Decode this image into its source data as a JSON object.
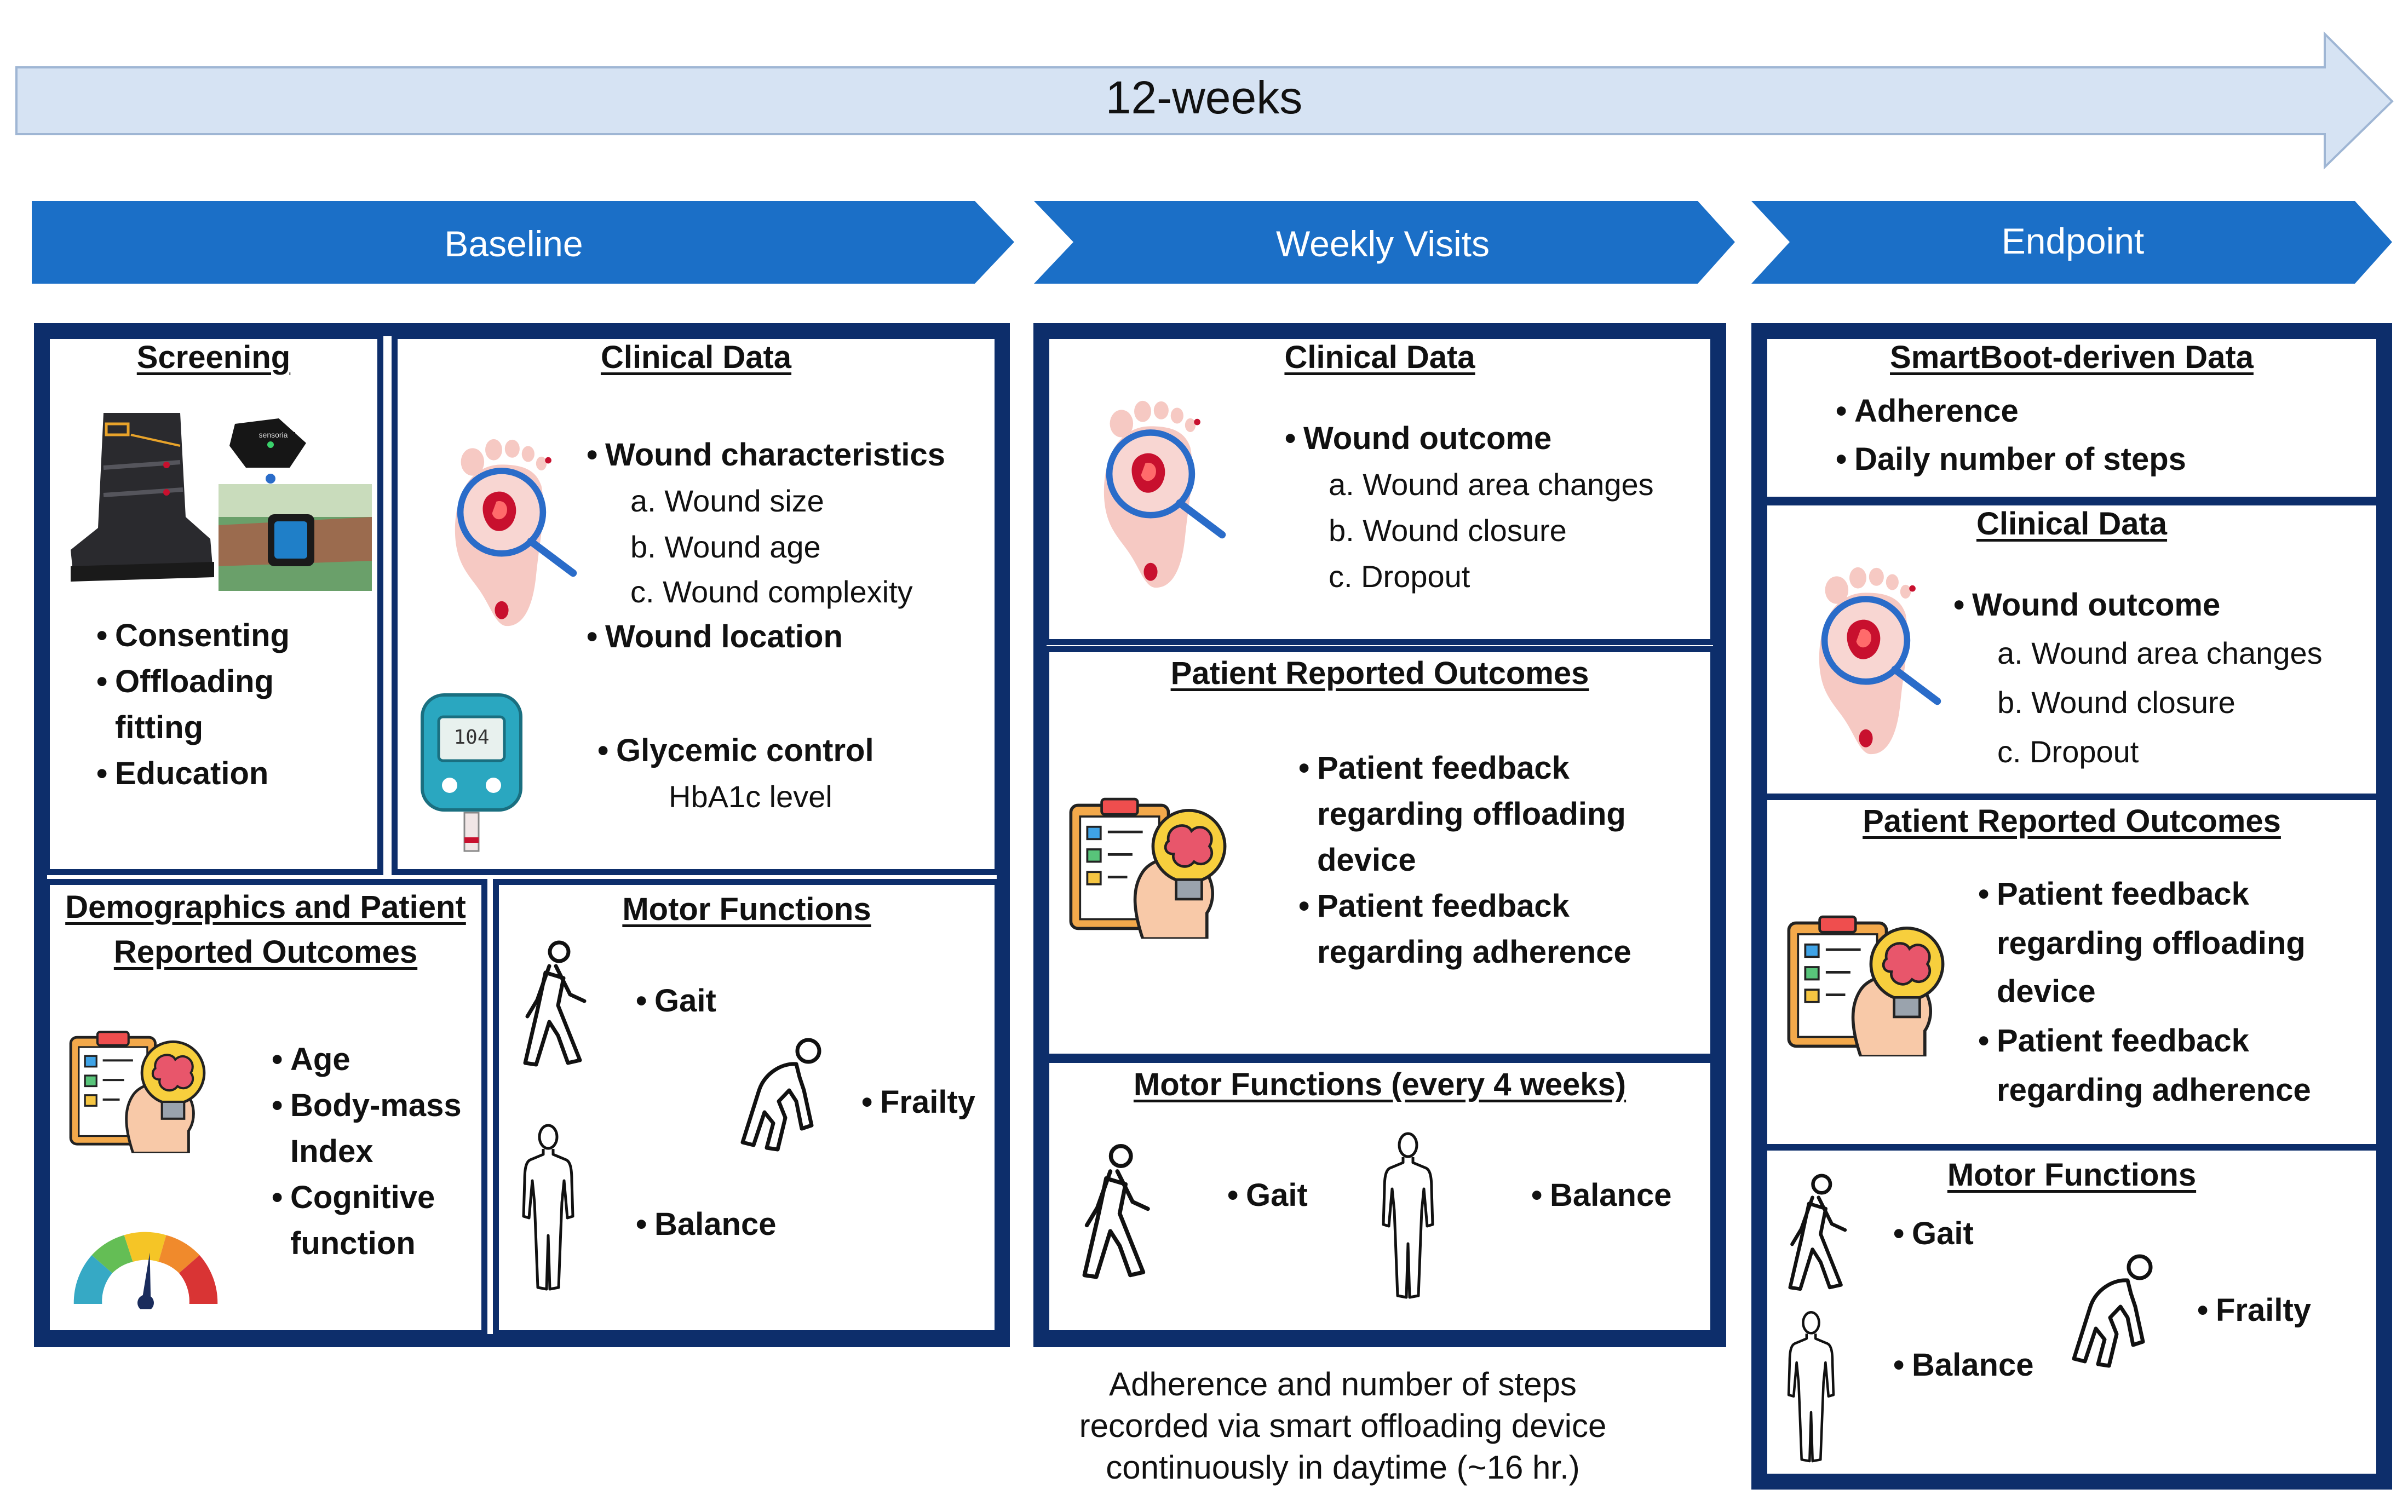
{
  "timeline": {
    "label": "12-weeks"
  },
  "phases": [
    {
      "label": "Baseline"
    },
    {
      "label": "Weekly Visits"
    },
    {
      "label": "Endpoint"
    }
  ],
  "baseline": {
    "screening": {
      "title": "Screening",
      "device_brand": "sensoria",
      "items": [
        "Consenting",
        "Offloading",
        "fitting",
        "Education"
      ]
    },
    "clinical": {
      "title": "Clinical Data",
      "wound_characteristics": "Wound characteristics",
      "sub_items": [
        "a. Wound size",
        "b. Wound age",
        "c. Wound complexity"
      ],
      "wound_location": "Wound location",
      "glycemic": "Glycemic control",
      "hba1c": "HbA1c level",
      "meter_reading": "104"
    },
    "demographics": {
      "title_line1": "Demographics and Patient",
      "title_line2": "Reported Outcomes",
      "items": [
        "Age",
        "Body-mass",
        "Index",
        "Cognitive",
        "function"
      ]
    },
    "motor": {
      "title": "Motor Functions",
      "gait": "Gait",
      "frailty": "Frailty",
      "balance": "Balance"
    }
  },
  "weekly": {
    "clinical": {
      "title": "Clinical Data",
      "wound_outcome": "Wound outcome",
      "sub_items": [
        "a. Wound area changes",
        "b. Wound closure",
        "c. Dropout"
      ]
    },
    "pro": {
      "title": "Patient Reported Outcomes",
      "lines": [
        "Patient feedback",
        "regarding offloading",
        "device",
        "Patient feedback",
        "regarding adherence"
      ]
    },
    "motor": {
      "title": "Motor Functions (every 4 weeks)",
      "gait": "Gait",
      "balance": "Balance"
    },
    "caption": [
      "Adherence and number of steps",
      "recorded via smart offloading device",
      "continuously in daytime (~16 hr.)"
    ]
  },
  "endpoint": {
    "smartboot": {
      "title": "SmartBoot-deriven Data",
      "items": [
        "Adherence",
        "Daily number of steps"
      ]
    },
    "clinical": {
      "title": "Clinical Data",
      "wound_outcome": "Wound outcome",
      "sub_items": [
        "a. Wound area changes",
        "b. Wound closure",
        "c. Dropout"
      ]
    },
    "pro": {
      "title": "Patient Reported Outcomes",
      "lines": [
        "Patient feedback",
        "regarding offloading",
        "device",
        "Patient feedback",
        "regarding adherence"
      ]
    },
    "motor": {
      "title": "Motor Functions",
      "gait": "Gait",
      "frailty": "Frailty",
      "balance": "Balance"
    }
  },
  "colors": {
    "timeline_fill": "#d6e3f3",
    "timeline_stroke": "#9fb6d4",
    "phase_fill": "#1b6fc7",
    "panel_border": "#0d2e6b",
    "wound_red": "#c8102e",
    "magnifier_blue": "#2a6cc9",
    "foot_skin": "#f6c9c3"
  }
}
